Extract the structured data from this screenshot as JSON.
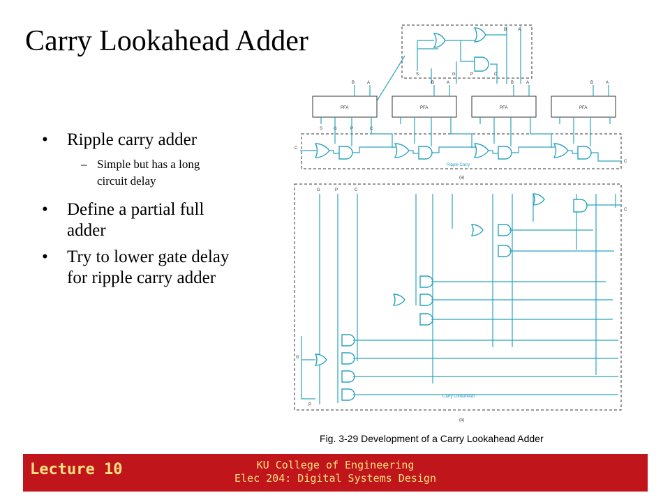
{
  "title": "Carry Lookahead  Adder",
  "bullets": [
    {
      "level": 1,
      "mark": "•",
      "text": "Ripple carry adder"
    },
    {
      "level": 2,
      "mark": "–",
      "text": "Simple but has a long\ncircuit delay"
    },
    {
      "level": 1,
      "mark": "•",
      "text": "Define a partial full\nadder"
    },
    {
      "level": 1,
      "mark": "•",
      "text": "Try to lower gate delay\nfor ripple carry adder"
    }
  ],
  "figure": {
    "caption": "Fig. 3-29  Development of a Carry Lookahead Adder",
    "pfa_label": "PFA",
    "ripple_label": "Ripple Carry",
    "lookahead_label": "Carry Lookahead",
    "part_a": "(a)",
    "part_b": "(b)",
    "inset_labels": {
      "b": "B",
      "a": "A",
      "s": "S",
      "g": "G",
      "p": "P",
      "c": "C"
    },
    "pfa_inputs": [
      {
        "b": "B",
        "a": "A"
      },
      {
        "b": "B",
        "a": "A"
      },
      {
        "b": "B",
        "a": "A"
      },
      {
        "b": "B",
        "a": "A"
      }
    ],
    "pfa_outputs": [
      "S",
      "G",
      "P",
      "C"
    ],
    "lookahead_columns": [
      "G",
      "P",
      "C"
    ],
    "c_in": "C",
    "c_out": "C",
    "g_group": "G",
    "p_group": "P"
  },
  "footer": {
    "lecture": "Lecture 10",
    "org_line1": "KU College of Engineering",
    "org_line2": "Elec 204: Digital Systems Design"
  },
  "colors": {
    "wire": "#2aa3bf",
    "footer_bg": "#c0161b",
    "footer_text": "#ffe082"
  }
}
